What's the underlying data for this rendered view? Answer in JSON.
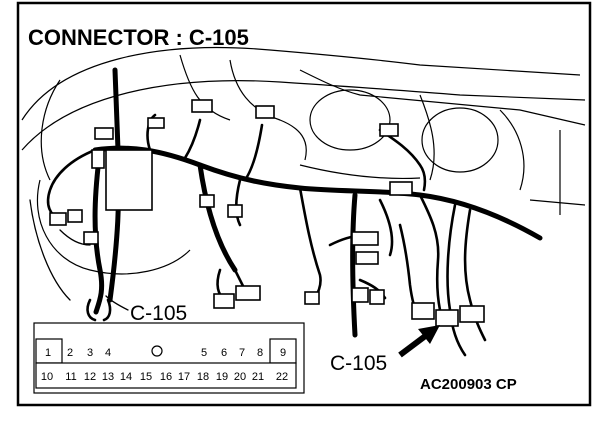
{
  "title": "CONNECTOR : C-105",
  "callouts": {
    "upper_label": "C-105",
    "lower_label": "C-105"
  },
  "part_code": "AC200903 CP",
  "connector_face": {
    "top_row_pins": [
      "1",
      "2",
      "3",
      "4",
      "5",
      "6",
      "7",
      "8",
      "9"
    ],
    "bottom_row_pins": [
      "10",
      "11",
      "12",
      "13",
      "14",
      "15",
      "16",
      "17",
      "18",
      "19",
      "20",
      "21",
      "22"
    ]
  }
}
